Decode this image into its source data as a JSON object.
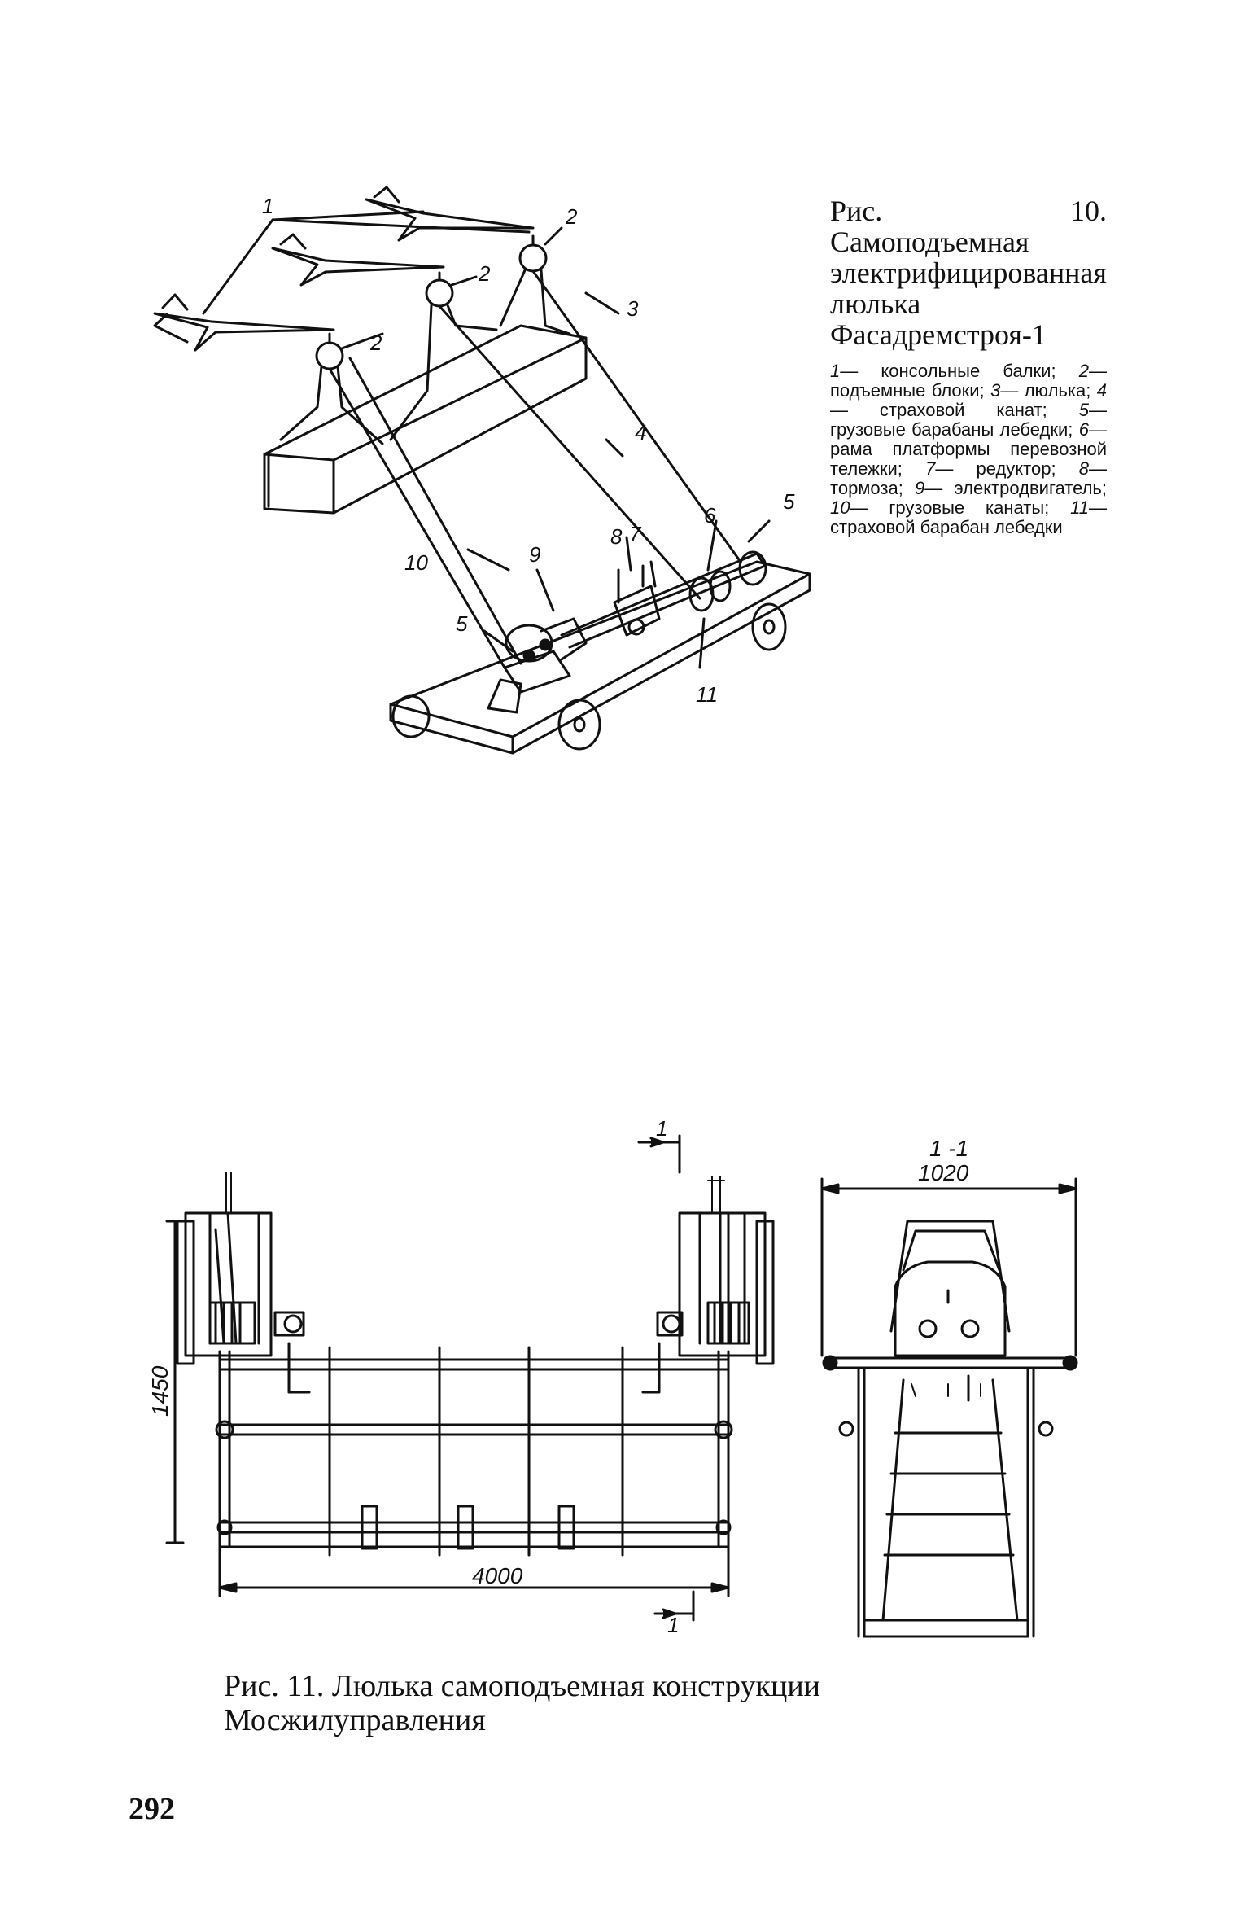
{
  "fig10": {
    "title": "Рис. 10. Самоподъемная электрифицированная люлька Фасадремстроя-1",
    "legend": [
      {
        "num": "1",
        "text": "— консольные балки;"
      },
      {
        "num": "2",
        "text": "— подъемные блоки;"
      },
      {
        "num": "3",
        "text": "— люлька;"
      },
      {
        "num": "4",
        "text": "— страховой канат;"
      },
      {
        "num": "5",
        "text": "— грузовые барабаны лебедки;"
      },
      {
        "num": "6",
        "text": "— рама платформы перевозной тележки;"
      },
      {
        "num": "7",
        "text": "— редуктор;"
      },
      {
        "num": "8",
        "text": "— тормоза;"
      },
      {
        "num": "9",
        "text": "— электродвигатель;"
      },
      {
        "num": "10",
        "text": "— грузовые канаты;"
      },
      {
        "num": "11",
        "text": "— страховой барабан лебедки"
      }
    ],
    "callouts": {
      "c1": "1",
      "c2a": "2",
      "c2b": "2",
      "c2c": "2",
      "c3": "3",
      "c4": "4",
      "c5a": "5",
      "c5b": "5",
      "c6": "6",
      "c7": "7",
      "c8": "8",
      "c9": "9",
      "c10": "10",
      "c11": "11"
    }
  },
  "fig11": {
    "caption": "Рис. 11. Люлька самоподъемная конструкции Мосжилуправления",
    "section_top": "1",
    "section_bottom": "1",
    "section_title": "1 -1",
    "dim_width": "1020",
    "dim_height": "1450",
    "dim_length": "4000"
  },
  "page": {
    "number": "292"
  }
}
